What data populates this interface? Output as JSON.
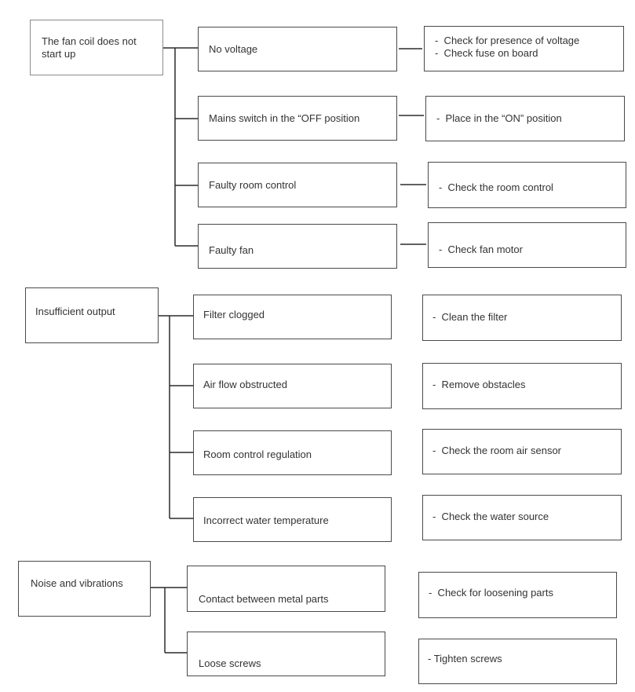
{
  "colors": {
    "line": "#2b2b2b",
    "border": "#8a8a8a",
    "text": "#333333"
  },
  "groups": [
    {
      "problem": "The fan coil does not start up",
      "rows": [
        {
          "cause": "No voltage",
          "remedies": [
            "-  Check for presence of voltage",
            "-  Check fuse on board"
          ]
        },
        {
          "cause": "Mains switch in the “OFF position",
          "remedies": [
            "-  Place in the “ON” position"
          ]
        },
        {
          "cause": "Faulty room control",
          "remedies": [
            "-  Check the room control"
          ]
        },
        {
          "cause": "Faulty fan",
          "remedies": [
            "-  Check fan motor"
          ]
        }
      ]
    },
    {
      "problem": "Insufficient output",
      "rows": [
        {
          "cause": "Filter clogged",
          "remedies": [
            "-  Clean the filter"
          ]
        },
        {
          "cause": "Air flow obstructed",
          "remedies": [
            "-  Remove obstacles"
          ]
        },
        {
          "cause": "Room control regulation",
          "remedies": [
            "-  Check the room air sensor"
          ]
        },
        {
          "cause": "Incorrect water temperature",
          "remedies": [
            "-  Check the water source"
          ]
        }
      ]
    },
    {
      "problem": "Noise and vibrations",
      "rows": [
        {
          "cause": "Contact between metal parts",
          "remedies": [
            "-  Check for loosening parts"
          ]
        },
        {
          "cause": "Loose screws",
          "remedies": [
            "- Tighten screws"
          ]
        }
      ]
    }
  ]
}
